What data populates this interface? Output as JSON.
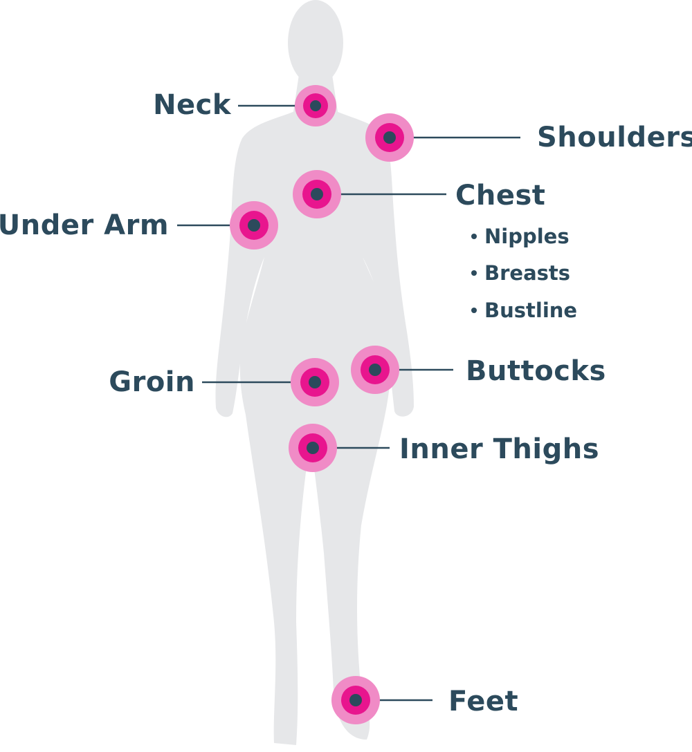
{
  "colors": {
    "silhouette": "#e6e7e9",
    "ring_outer": "#f08bc6",
    "ring_inner": "#e8158e",
    "dot": "#2c4a5c",
    "text": "#2c4a5c"
  },
  "labels": {
    "neck": "Neck",
    "shoulders": "Shoulders",
    "chest": "Chest",
    "under_arm": "Under Arm",
    "groin": "Groin",
    "buttocks": "Buttocks",
    "inner_thighs": "Inner Thighs",
    "feet": "Feet"
  },
  "chest_items": [
    "Nipples",
    "Breasts",
    "Bustline"
  ]
}
